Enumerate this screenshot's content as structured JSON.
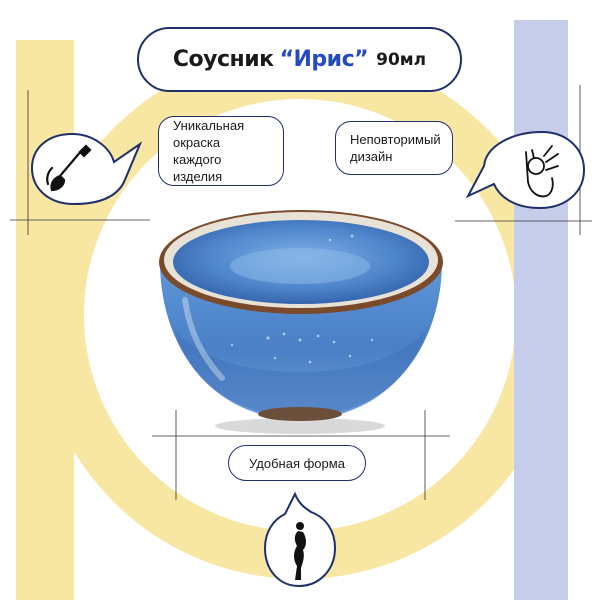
{
  "title": {
    "prefix": "Соусник",
    "name": "“Ирис”",
    "volume": "90мл"
  },
  "features": {
    "unique_coloring": "Уникальная окраска каждого изделия",
    "unique_design": "Неповторимый дизайн",
    "comfortable_shape": "Удобная форма"
  },
  "icons": {
    "left": "paintbrush-icon",
    "right": "ok-hand-icon",
    "bottom": "female-silhouette-icon"
  },
  "colors": {
    "ring": "#f7e7a3",
    "stripe": "#c5cdea",
    "outline": "#1f2f6b",
    "name_accent": "#244bbf",
    "glaze": "#5b8fd0",
    "rim": "#7a4a2a"
  }
}
